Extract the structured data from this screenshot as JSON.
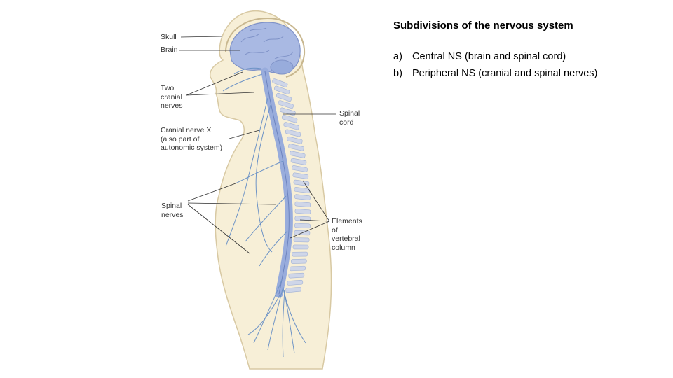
{
  "slide": {
    "title": "Subdivisions of the nervous system",
    "points": [
      {
        "marker": "a)",
        "text": "Central NS (brain and spinal cord)"
      },
      {
        "marker": "b)",
        "text": "Peripheral NS (cranial and spinal nerves)"
      }
    ]
  },
  "figure": {
    "labels": {
      "skull": "Skull",
      "brain": "Brain",
      "cranial_nerves": "Two\ncranial\nnerves",
      "cranial_nerve_x": "Cranial nerve X\n(also part of\nautonomic system)",
      "spinal_nerves": "Spinal\nnerves",
      "spinal_cord": "Spinal\ncord",
      "vertebral_column": "Elements\nof\nvertebral\ncolumn"
    },
    "colors": {
      "body_fill": "#f7efd7",
      "body_outline": "#d8c9a3",
      "brain_fill": "#a9b9e3",
      "cord_fill": "#98acdc",
      "nerve": "#6d93c6",
      "vertebra": "#cfd6e8",
      "leader_line": "#333333"
    }
  }
}
